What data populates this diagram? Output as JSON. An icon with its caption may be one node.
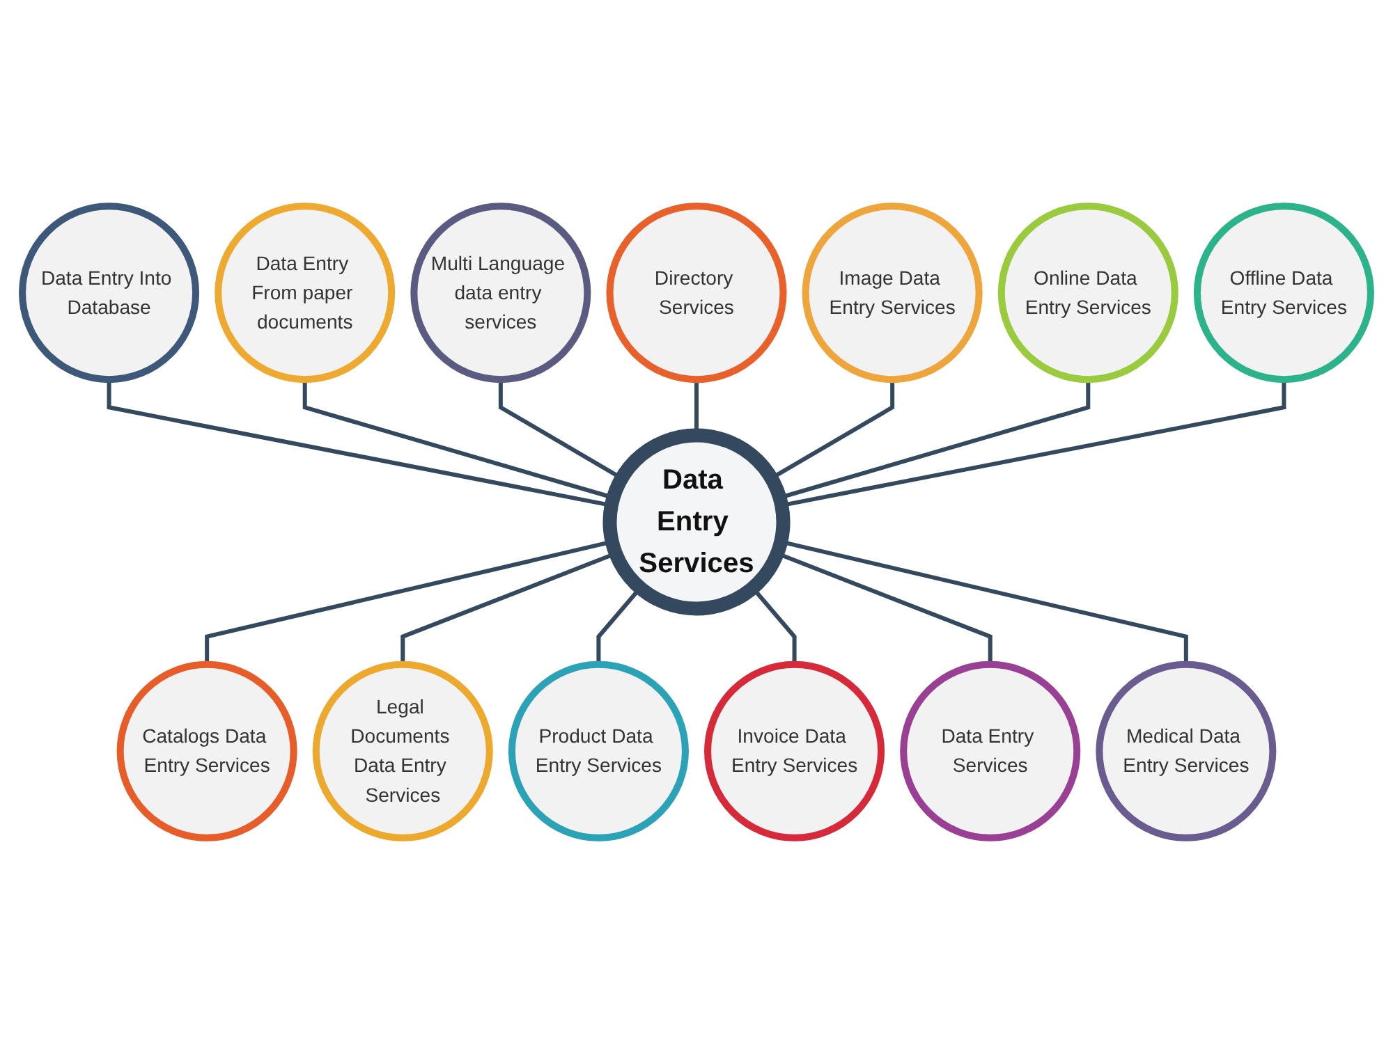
{
  "diagram": {
    "nodes": [
      {
        "text": [
          "Data Entry Services"
        ]
      },
      {
        "text": [
          "Data Entry Into Database"
        ]
      },
      {
        "text": [
          "Data Entry From paper documents"
        ]
      },
      {
        "text": [
          "Multi Language data entry services"
        ]
      },
      {
        "text": [
          "Directory Services"
        ]
      },
      {
        "text": [
          "Image Data Entry Services"
        ]
      },
      {
        "text": [
          "Online Data Entry Services"
        ]
      },
      {
        "text": [
          "Offline Data Entry Services"
        ]
      },
      {
        "text": [
          "Catalogs Data Entry Services"
        ]
      },
      {
        "text": [
          "Legal Documents Data Entry Services"
        ]
      },
      {
        "text": [
          "Product Data Entry Services"
        ]
      },
      {
        "text": [
          "Invoice Data Entry Services"
        ]
      },
      {
        "text": [
          "Data Entry Services"
        ]
      },
      {
        "text": [
          "Medical Data Entry Services"
        ]
      }
    ],
    "edges": [
      {
        "from": 1,
        "to": 0,
        "arrow": "none"
      },
      {
        "from": 2,
        "to": 0,
        "arrow": "none"
      },
      {
        "from": 3,
        "to": 0,
        "arrow": "none"
      },
      {
        "from": 4,
        "to": 0,
        "arrow": "none"
      },
      {
        "from": 5,
        "to": 0,
        "arrow": "none"
      },
      {
        "from": 6,
        "to": 0,
        "arrow": "none"
      },
      {
        "from": 7,
        "to": 0,
        "arrow": "none"
      },
      {
        "from": 0,
        "to": 8,
        "arrow": "none"
      },
      {
        "from": 0,
        "to": 9,
        "arrow": "none"
      },
      {
        "from": 0,
        "to": 10,
        "arrow": "none"
      },
      {
        "from": 0,
        "to": 11,
        "arrow": "none"
      },
      {
        "from": 0,
        "to": 12,
        "arrow": "none"
      },
      {
        "from": 0,
        "to": 13,
        "arrow": "none"
      }
    ]
  }
}
